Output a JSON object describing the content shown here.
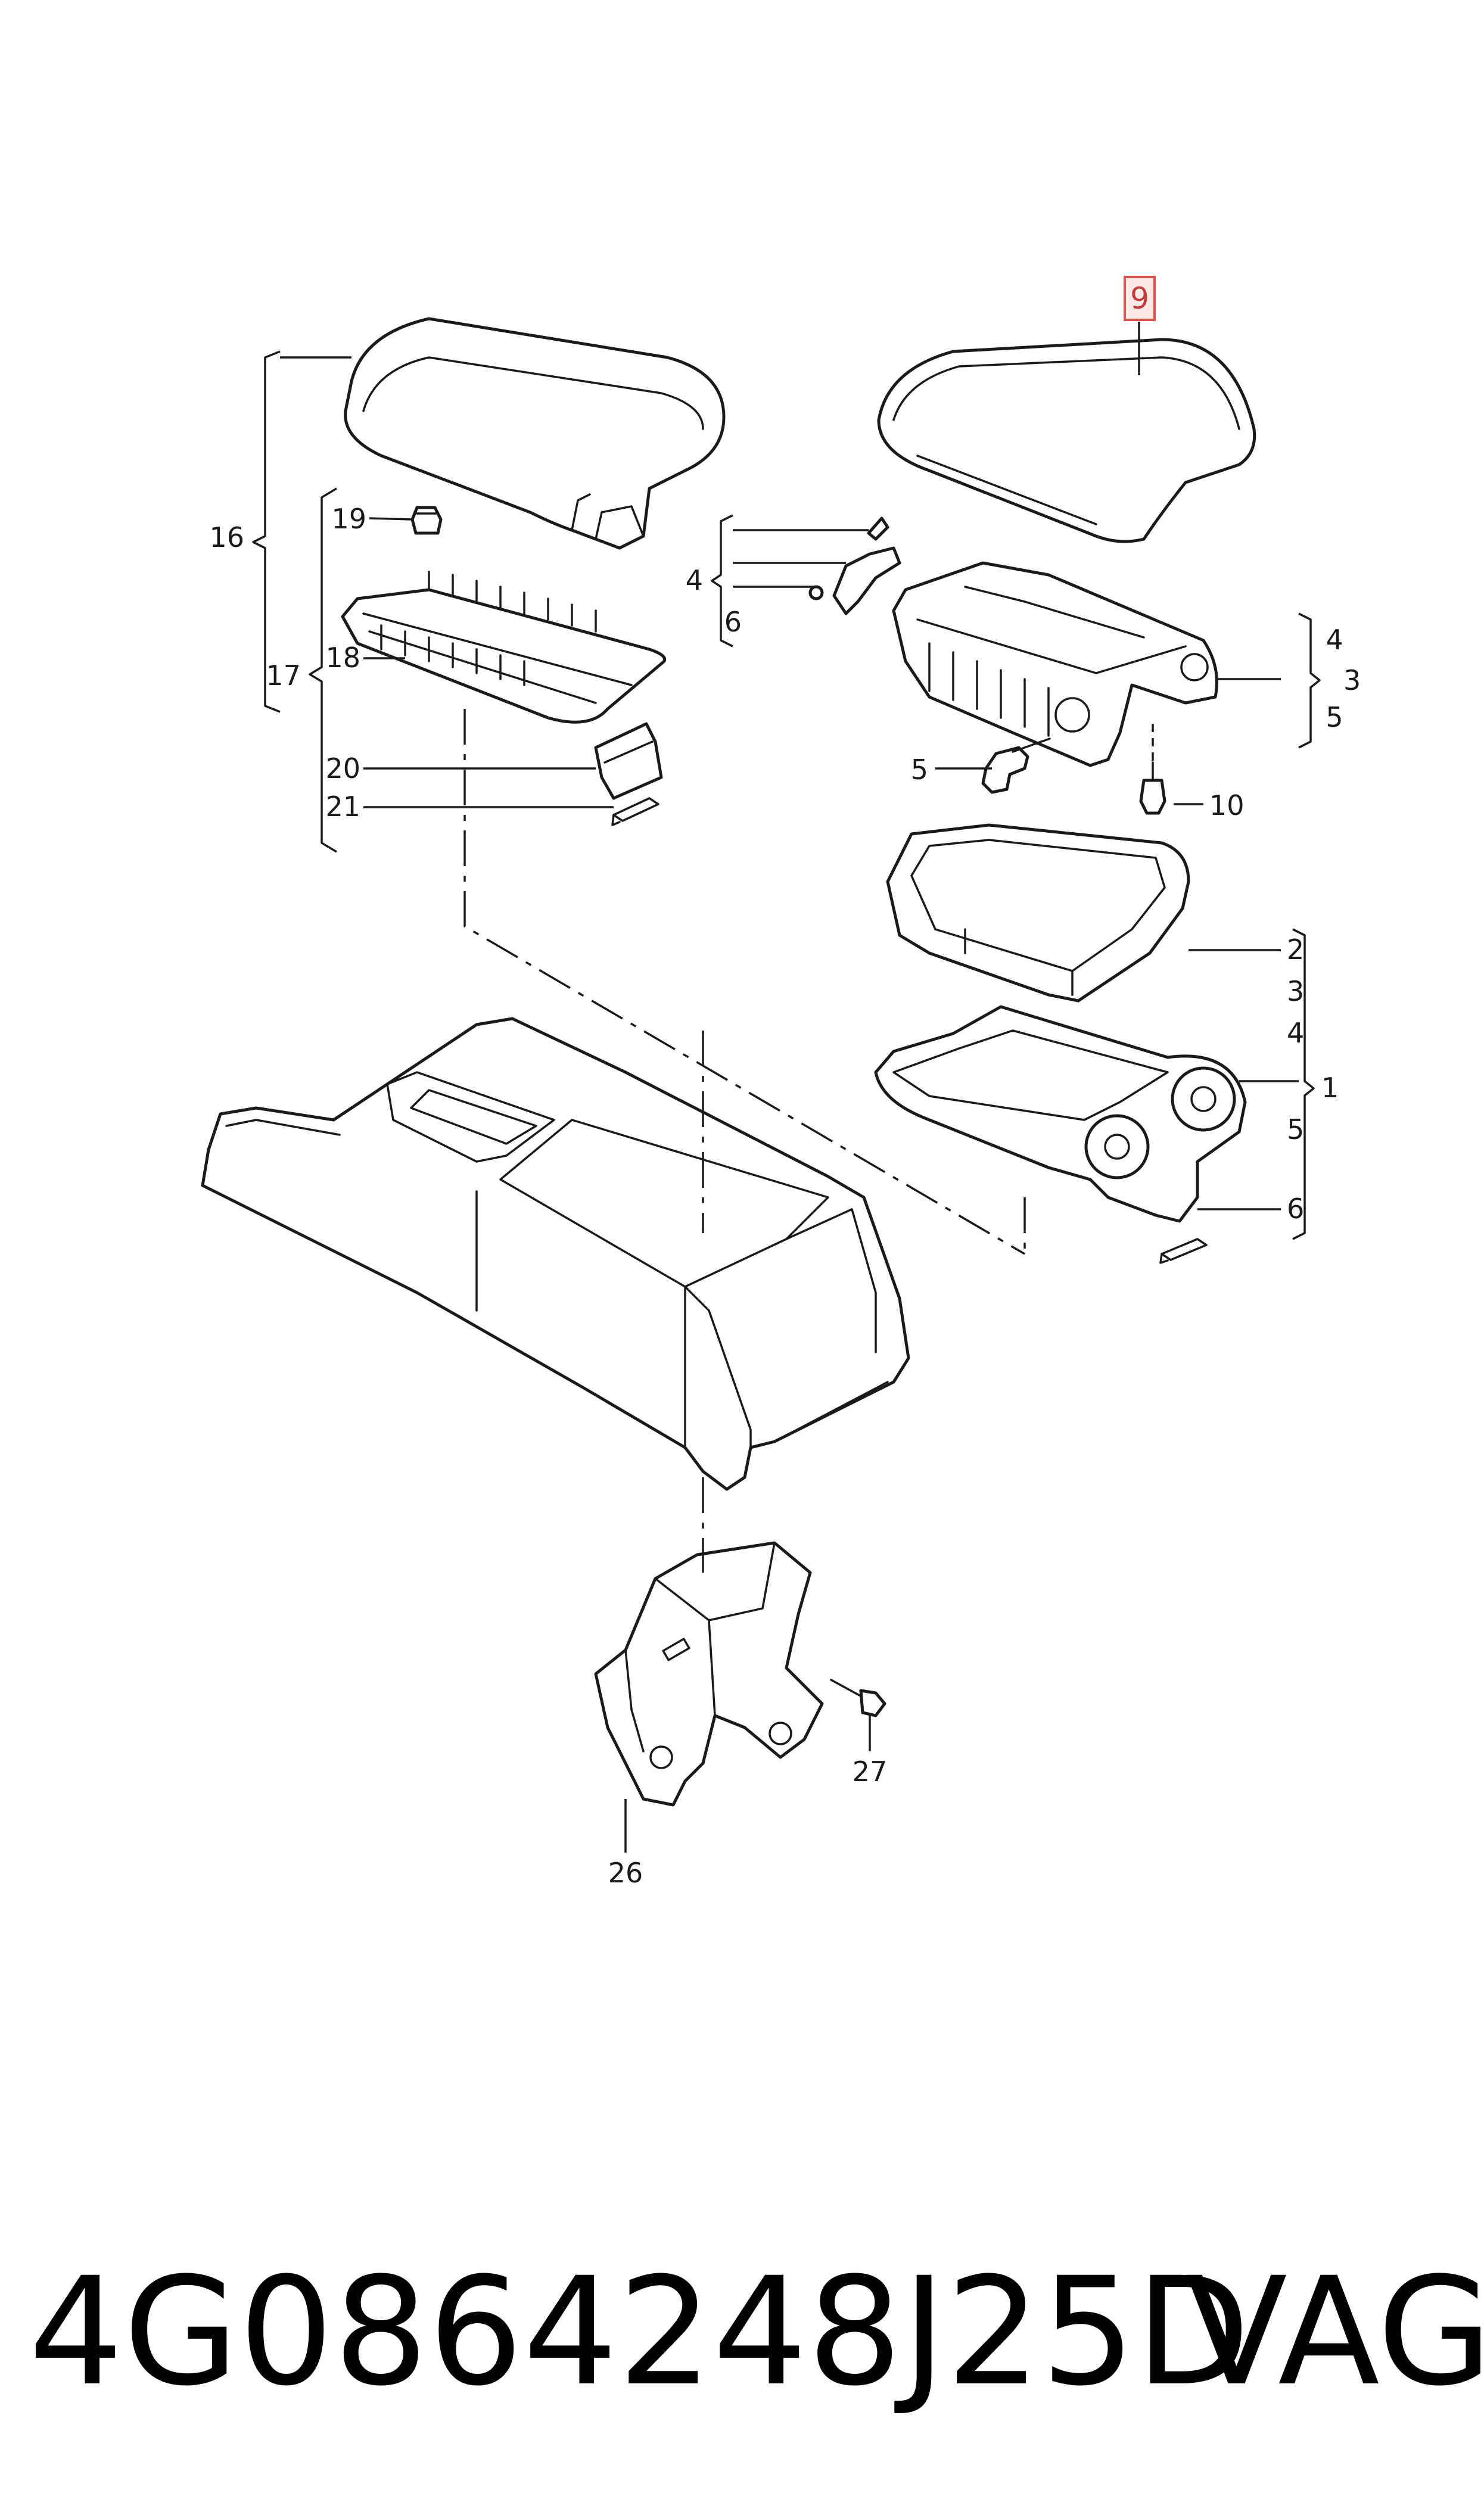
{
  "labels": {
    "l9": "9",
    "l16": "16",
    "l17": "17",
    "l18": "18",
    "l19": "19",
    "l20": "20",
    "l21": "21",
    "l4a": "4",
    "l6a": "6",
    "l4b": "4",
    "l3a": "3",
    "l5b": "5",
    "l5a": "5",
    "l10": "10",
    "l2": "2",
    "l3b": "3",
    "l4c": "4",
    "l1": "1",
    "l5c": "5",
    "l6b": "6",
    "l26": "26",
    "l27": "27"
  },
  "highlighted_label": "9",
  "caption": {
    "part_number": "4G0864248J25D",
    "brand": "VAG"
  },
  "colors": {
    "line": "#1a1a1a",
    "highlight_border": "#d9534f",
    "highlight_fill": "#fde8e8"
  }
}
